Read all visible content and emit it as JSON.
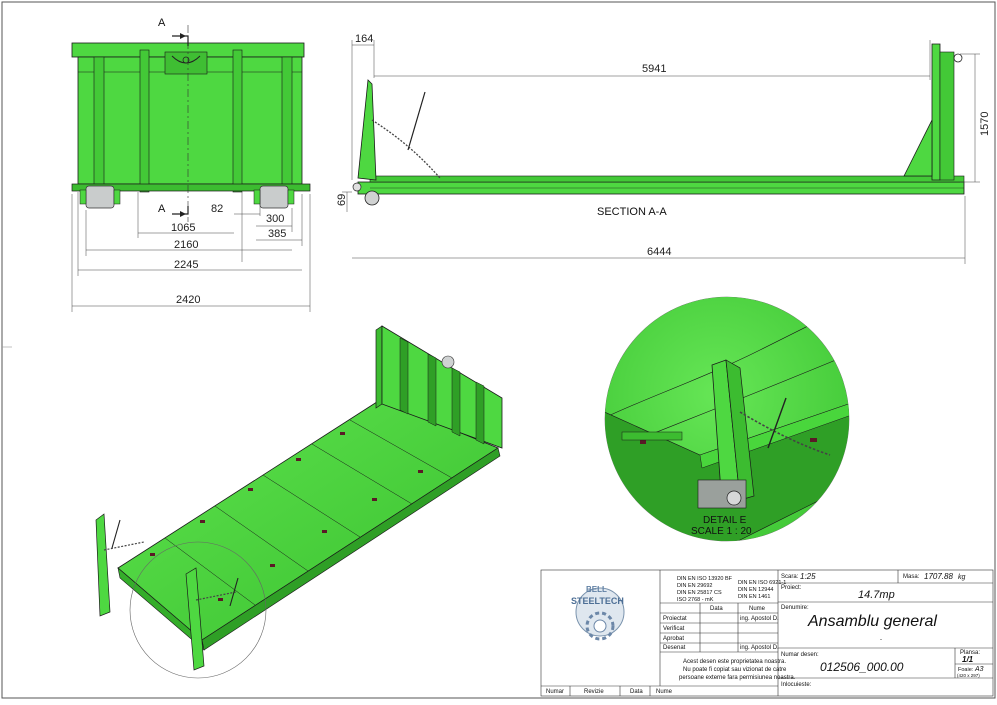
{
  "front_view": {
    "section_marker": "A",
    "dims": {
      "d82": "82",
      "d300": "300",
      "d385": "385",
      "d1065": "1065",
      "d2160": "2160",
      "d2245": "2245",
      "d2420": "2420"
    }
  },
  "section_view": {
    "title": "SECTION A-A",
    "dims": {
      "d164": "164",
      "d5941": "5941",
      "d1570": "1570",
      "d69": "69",
      "d6444": "6444"
    }
  },
  "detail": {
    "label": "DETAIL E",
    "scale": "SCALE 1 : 20"
  },
  "title_block": {
    "logo_top": "BELL",
    "logo_bottom": "STEELTECH",
    "standards_left": [
      "DIN EN ISO 13920 BF",
      "DIN EN 29692",
      "DIN EN 25817 CS",
      "ISO 2768 - mK"
    ],
    "standards_right": [
      "DIN EN ISO 6921-1",
      "DIN EN 12944",
      "DIN EN 1461"
    ],
    "col_data": "Data",
    "col_nume": "Nume",
    "rows": [
      {
        "label": "Proiectat",
        "name": "ing. Apostol D."
      },
      {
        "label": "Verificat",
        "name": ""
      },
      {
        "label": "Aprobat",
        "name": ""
      },
      {
        "label": "Desenat",
        "name": "ing. Apostol D."
      }
    ],
    "note": [
      "Acest desen este proprietatea noastra.",
      "Nu poate fi copiat sau vizionat de catre",
      "persoane externe fara permisiunea noastra."
    ],
    "bottom_cols": [
      "Numar",
      "Revizie",
      "Data",
      "Nume"
    ],
    "scara_label": "Scara:",
    "scara_value": "1:25",
    "masa_label": "Masa:",
    "masa_value": "1707.88",
    "masa_unit": "kg",
    "proiect_label": "Proiect:",
    "proiect_value": "14.7mp",
    "denumire_label": "Denumire:",
    "denumire_value": "Ansamblu general",
    "denumire_sub": "-",
    "numar_label": "Numar desen:",
    "numar_value": "012506_000.00",
    "plansa_label": "Plansa:",
    "plansa_value": "1/1",
    "foaie_label": "Foaie:",
    "foaie_value": "A3",
    "foaie_size": "(420 x 297)",
    "inlocuieste_label": "Inlocuieste:"
  },
  "colors": {
    "green": "#49d63c",
    "dark_green": "#1f7a1b",
    "line": "#333333"
  }
}
